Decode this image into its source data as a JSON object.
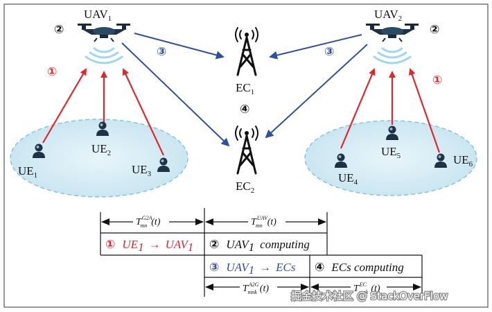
{
  "nodes": {
    "uav1": {
      "label": "UAV",
      "sub": "1"
    },
    "uav2": {
      "label": "UAV",
      "sub": "2"
    },
    "ec1": {
      "label": "EC",
      "sub": "1"
    },
    "ec2": {
      "label": "EC",
      "sub": "2"
    },
    "ue1": {
      "label": "UE",
      "sub": "1"
    },
    "ue2": {
      "label": "UE",
      "sub": "2"
    },
    "ue3": {
      "label": "UE",
      "sub": "3"
    },
    "ue4": {
      "label": "UE",
      "sub": "4"
    },
    "ue5": {
      "label": "UE",
      "sub": "5"
    },
    "ue6": {
      "label": "UE",
      "sub": "6"
    }
  },
  "steps": {
    "s1": "①",
    "s2": "②",
    "s3": "③",
    "s4": "④"
  },
  "colors": {
    "uplink": "#e2262c",
    "offload": "#2f4f9f",
    "cluster_fill": "#d6ecf4",
    "cluster_stroke": "#7cc3dc",
    "signal": "#9fd8ee"
  },
  "timing": {
    "t_g2a": {
      "sym": "T",
      "sup": "G2A",
      "sub": "mn",
      "arg": "(t)"
    },
    "t_uav": {
      "sym": "T",
      "sup": "UAV",
      "sub": "mn",
      "arg": "(t)"
    },
    "t_a2g": {
      "sym": "T",
      "sup": "A2G",
      "sub": "mnk",
      "arg": "(t)"
    },
    "t_ec": {
      "sym": "T",
      "sup": "EC",
      "sub": "mnk",
      "arg": "(t)"
    },
    "phase1": {
      "from": "UE",
      "from_sub": "1",
      "arrow": "→",
      "to": "UAV",
      "to_sub": "1"
    },
    "phase2": {
      "name": "UAV",
      "name_sub": "1",
      "rest": "computing"
    },
    "phase3": {
      "from": "UAV",
      "from_sub": "1",
      "arrow": "→",
      "to": "ECs"
    },
    "phase4": {
      "text": "ECs computing"
    }
  },
  "watermark": "掘金技术社区 @ StackOverFlow"
}
